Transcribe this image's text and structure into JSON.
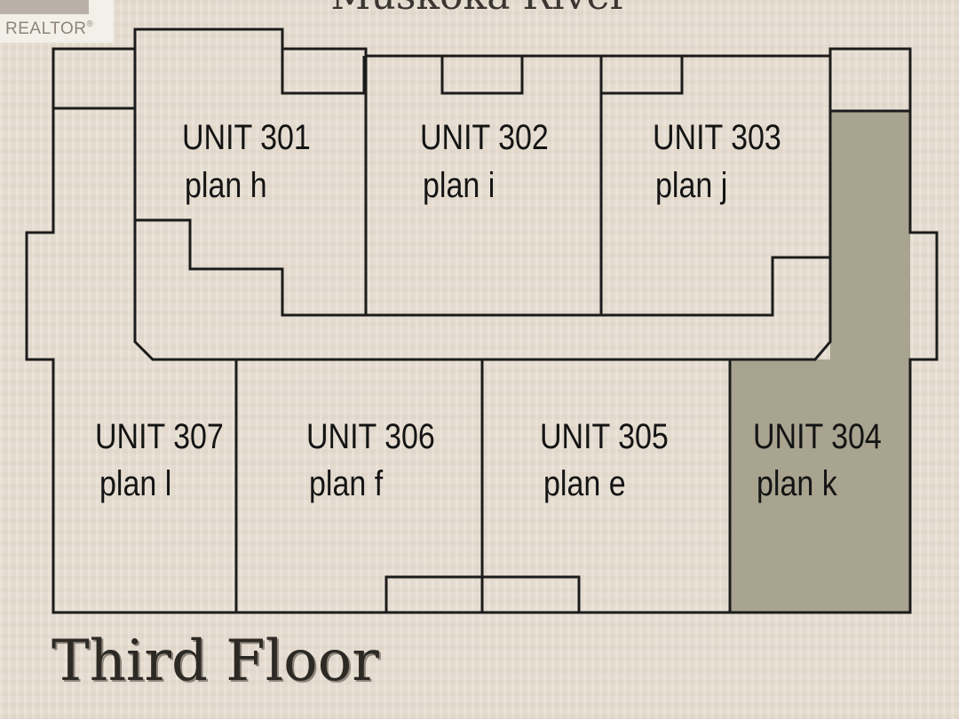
{
  "header": {
    "logo_text": "REALTOR",
    "logo_registered_mark": "®",
    "river_title": "Muskoka River"
  },
  "footer": {
    "floor_title": "Third Floor"
  },
  "units": [
    {
      "id": "unit-301",
      "unit_label": "UNIT 301",
      "plan_label": "plan h",
      "highlighted": false
    },
    {
      "id": "unit-302",
      "unit_label": "UNIT 302",
      "plan_label": "plan i",
      "highlighted": false
    },
    {
      "id": "unit-303",
      "unit_label": "UNIT 303",
      "plan_label": "plan j",
      "highlighted": false
    },
    {
      "id": "unit-307",
      "unit_label": "UNIT 307",
      "plan_label": "plan l",
      "highlighted": false
    },
    {
      "id": "unit-306",
      "unit_label": "UNIT 306",
      "plan_label": "plan f",
      "highlighted": false
    },
    {
      "id": "unit-305",
      "unit_label": "UNIT 305",
      "plan_label": "plan e",
      "highlighted": false
    },
    {
      "id": "unit-304",
      "unit_label": "UNIT 304",
      "plan_label": "plan k",
      "highlighted": true
    }
  ],
  "colors": {
    "background": "#e8dfd2",
    "wall_line": "#1c1c1c",
    "highlight_fill": "#a8a490"
  }
}
